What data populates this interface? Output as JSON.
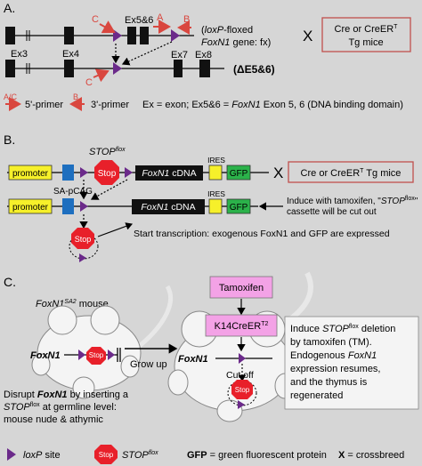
{
  "panelA": {
    "letter": "A.",
    "ex3": "Ex3",
    "ex4": "Ex4",
    "ex56": "Ex5&6",
    "ex7": "Ex7",
    "ex8": "Ex8",
    "primerA": "A",
    "primerB": "B",
    "primerC1": "C",
    "primerC2": "C",
    "fx_line1_a": "loxP",
    "fx_line1_b": "-floxed",
    "fx_line2_a": "FoxN1",
    "fx_line2_b": " gene: fx)",
    "fx_paren": "(",
    "delta_label": "(ΔE5&6)",
    "cross": "X",
    "cre_line1_a": "Cre or CreER",
    "cre_line1_sup": "T",
    "cre_line2": "Tg mice",
    "legend_ac": "A/C",
    "legend_5p": "5'-primer",
    "legend_b": "B",
    "legend_3p": "3'-primer",
    "legend_ex_a": "Ex = exon; Ex5&6 = ",
    "legend_ex_b": "FoxN1",
    "legend_ex_c": " Exon 5, 6  (DNA binding domain)"
  },
  "panelB": {
    "letter": "B.",
    "stop_flox_a": "STOP",
    "stop_flox_sup": "flox",
    "promoter1": "promoter",
    "promoter2": "promoter",
    "stop_sign1": "Stop",
    "stop_sign2": "Stop",
    "cdna1_a": "FoxN1",
    "cdna1_b": " cDNA",
    "cdna2_a": "FoxN1",
    "cdna2_b": " cDNA",
    "ires1": "IRES",
    "ires2": "IRES",
    "gfp1": "GFP",
    "gfp2": "GFP",
    "sa_pcag": "SA-pCAG",
    "cross": "X",
    "cre_a": "Cre or CreER",
    "cre_sup": "T",
    "cre_b": " Tg mice",
    "induce_line1_a": "Induce with tamoxifen, \"",
    "induce_line1_b": "STOP",
    "induce_line1_sup": "flox",
    "induce_line1_c": "\"",
    "induce_line2": "cassette will be cut out",
    "transcription": "Start transcription: exogenous FoxN1 and GFP are expressed"
  },
  "panelC": {
    "letter": "C.",
    "mouse_title_a": "FoxN1",
    "mouse_title_sup": "SA2",
    "mouse_title_b": " mouse",
    "foxn1_left": "FoxN1",
    "foxn1_right": "FoxN1",
    "stop_left": "Stop",
    "stop_right": "Stop",
    "grow_up": "Grow up",
    "tamoxifen": "Tamoxifen",
    "k14_a": "K14CreER",
    "k14_sup": "T2",
    "cut_off": "Cut off",
    "disrupt_line1_a": "Disrupt ",
    "disrupt_line1_b": "FoxN1",
    "disrupt_line1_c": " by inserting a",
    "disrupt_line2_a": "STOP",
    "disrupt_line2_sup": "flox",
    "disrupt_line2_b": " at germline level:",
    "disrupt_line3": "mouse nude & athymic",
    "induce_line1_a": "Induce ",
    "induce_line1_b": "STOP",
    "induce_line1_sup": "flox",
    "induce_line1_c": " deletion",
    "induce_line2": "by tamoxifen (TM).",
    "induce_line3": "Endogenous ",
    "induce_line3_b": "FoxN1",
    "induce_line4": "expression resumes,",
    "induce_line5": "and the thymus is",
    "induce_line6": "regenerated"
  },
  "legend": {
    "loxp_a": "loxP",
    "loxp_b": " site",
    "stop_sign": "Stop",
    "stopflox_a": "STOP",
    "stopflox_sup": "flox",
    "gfp_a": "GFP",
    "gfp_b": " = green fluorescent protein",
    "x_a": "X",
    "x_b": " = crossbreed"
  },
  "colors": {
    "background": "#d6d6d6",
    "primer_red": "#d9473f",
    "loxp_purple": "#6b2a8a",
    "stop_red": "#e8202a",
    "promoter_yellow": "#f6f02a",
    "sa_blue": "#1e6fbf",
    "gfp_green": "#2bb24a",
    "tamoxifen_pink": "#f3a2e6",
    "cre_box_border": "#c0504d",
    "mouse_fill": "#f4f4f4"
  },
  "icons": [
    "loxp-triangle-icon",
    "stop-sign-icon",
    "primer-arrow-icon",
    "mouse-icon"
  ]
}
